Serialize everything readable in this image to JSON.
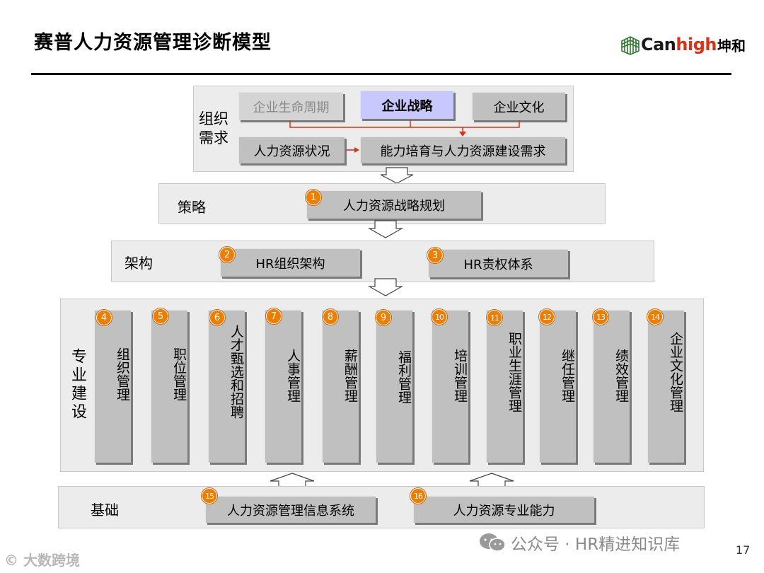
{
  "title": "赛普人力资源管理诊断模型",
  "logo": {
    "brand_can": "Can",
    "brand_high": "high",
    "brand_cn": "坤和"
  },
  "org": {
    "label": "组织\n需求",
    "lifecycle": "企业生命周期",
    "strategy": "企业战略",
    "culture": "企业文化",
    "hr_status": "人力资源状况",
    "capability": "能力培育与人力资源建设需求"
  },
  "strategy_row": {
    "label": "策略",
    "num": "1",
    "item": "人力资源战略规划"
  },
  "arch_row": {
    "label": "架构",
    "items": [
      {
        "num": "2",
        "text": "HR组织架构"
      },
      {
        "num": "3",
        "text": "HR责权体系"
      }
    ]
  },
  "specialty": {
    "label": "专业建设",
    "items": [
      {
        "num": "4",
        "text": "组织管理"
      },
      {
        "num": "5",
        "text": "职位管理"
      },
      {
        "num": "6",
        "text": "人才甄选和招聘"
      },
      {
        "num": "7",
        "text": "人事管理"
      },
      {
        "num": "8",
        "text": "薪酬管理"
      },
      {
        "num": "9",
        "text": "福利管理"
      },
      {
        "num": "10",
        "text": "培训管理"
      },
      {
        "num": "11",
        "text": "职业生涯管理"
      },
      {
        "num": "12",
        "text": "继任管理"
      },
      {
        "num": "13",
        "text": "绩效管理"
      },
      {
        "num": "14",
        "text": "企业文化管理"
      }
    ]
  },
  "foundation": {
    "label": "基础",
    "items": [
      {
        "num": "15",
        "text": "人力资源管理信息系统"
      },
      {
        "num": "16",
        "text": "人力资源专业能力"
      }
    ]
  },
  "watermark": "公众号 · HR精进知识库",
  "page_number": "17",
  "corner_mark": "大数跨境",
  "colors": {
    "accent": "#ee7d00",
    "arrow_red": "#e03010",
    "highlight_box": "#c8c8ff"
  }
}
